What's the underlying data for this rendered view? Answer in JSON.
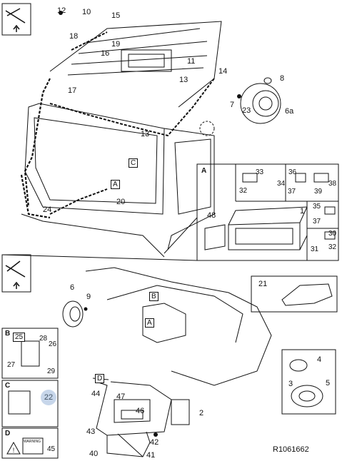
{
  "figure_ref": "R1061662",
  "section_labels": {
    "A": "A",
    "B": "B",
    "C": "C",
    "D": "D"
  },
  "callouts": {
    "c12": "12",
    "c10": "10",
    "c15": "15",
    "c18": "18",
    "c19": "19",
    "c16": "16",
    "c17": "17",
    "c11": "11",
    "c14": "14",
    "c13a": "13",
    "c13b": "13",
    "c8": "8",
    "c7": "7",
    "c23": "23",
    "c6a": "6a",
    "c20": "20",
    "c24": "24",
    "c33": "33",
    "c32a": "32",
    "c36": "36",
    "c34": "34",
    "c37a": "37",
    "c38": "38",
    "c39": "39",
    "c48": "48",
    "c1": "1",
    "c35": "35",
    "c37b": "37",
    "c30": "30",
    "c31": "31",
    "c32b": "32",
    "c21": "21",
    "c6": "6",
    "c9": "9",
    "c25": "25",
    "c28": "28",
    "c26": "26",
    "c27": "27",
    "c29": "29",
    "c22": "22",
    "c4": "4",
    "c3": "3",
    "c5": "5",
    "c44": "44",
    "c47": "47",
    "c46": "46",
    "c2": "2",
    "c43": "43",
    "c42": "42",
    "c40": "40",
    "c41": "41",
    "c45": "45"
  },
  "warning_text": "WARNING",
  "colors": {
    "line": "#111111",
    "highlight": "#c7d6ea"
  }
}
